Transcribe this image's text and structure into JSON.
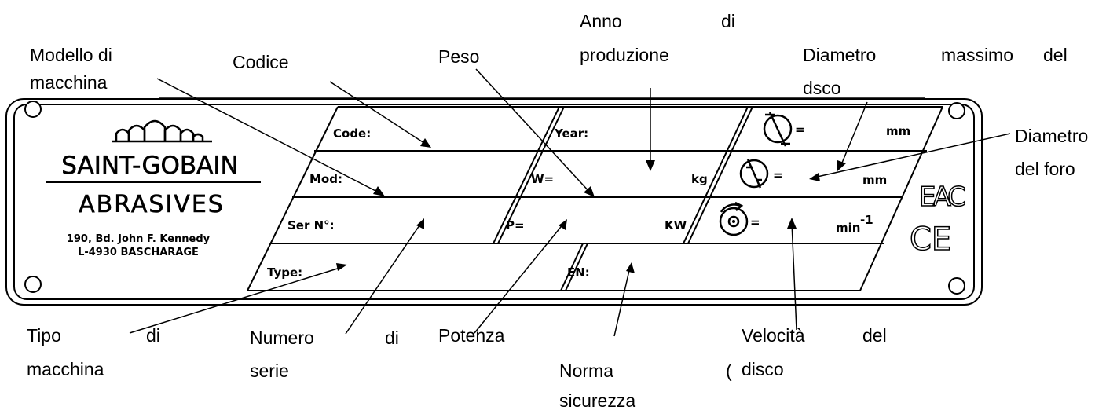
{
  "callouts": {
    "modello": [
      "Modello di",
      "macchina"
    ],
    "codice": "Codice",
    "peso": "Peso",
    "anno": [
      "Anno",
      "di",
      "produzione"
    ],
    "diam_max": [
      "Diametro",
      "massimo",
      "del",
      "dsco"
    ],
    "diam_foro": [
      "Diametro",
      "del foro"
    ],
    "tipo": [
      "Tipo",
      "di",
      "macchina"
    ],
    "numero": [
      "Numero",
      "di",
      "serie"
    ],
    "potenza": "Potenza",
    "norma": [
      "Norma",
      "(",
      "sicurezza"
    ],
    "velocita": [
      "Velocità",
      "del",
      "disco"
    ]
  },
  "plate": {
    "brand_line1": "SAINT-GOBAIN",
    "brand_line2": "ABRASIVES",
    "address_line1": "190, Bd. John F. Kennedy",
    "address_line2": "L-4930 BASCHARAGE",
    "code": "Code:",
    "year": "Year:",
    "mod": "Mod:",
    "w": "W=",
    "kg": "kg",
    "sern": "Ser N°:",
    "p": "P=",
    "kw": "KW",
    "type": "Type:",
    "en": "EN:",
    "eq1": "=",
    "eq2": "=",
    "eq3": "=",
    "mm1": "mm",
    "mm2": "mm",
    "min": "min",
    "min_exp": "-1",
    "eac": "EAC",
    "ce": "CE"
  },
  "icons": [
    "outer-diameter-icon",
    "bore-diameter-icon",
    "rotation-speed-icon",
    "eac-mark-icon",
    "ce-mark-icon",
    "saint-gobain-arch-logo-icon"
  ]
}
